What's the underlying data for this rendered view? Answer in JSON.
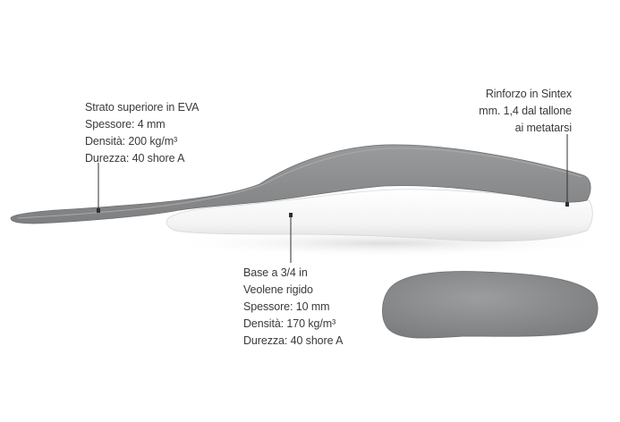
{
  "callouts": {
    "top_layer": {
      "lines": [
        "Strato superiore in EVA",
        "Spessore: 4 mm",
        "Densità: 200 kg/m³",
        "Durezza: 40 shore A"
      ]
    },
    "reinforcement": {
      "lines": [
        "Rinforzo in Sintex",
        "mm. 1,4 dal tallone",
        "ai metatarsi"
      ]
    },
    "base": {
      "lines": [
        "Base a 3/4 in",
        "Veolene rigido",
        "Spessore: 10 mm",
        "Densità: 170 kg/m³",
        "Durezza: 40 shore A"
      ]
    }
  },
  "colors": {
    "top_layer_gray": "#8a8b8d",
    "top_layer_edge": "#6f7072",
    "base_white": "#f4f5f4",
    "leader_line": "#2f2f2f",
    "text": "#3a3a3a"
  }
}
